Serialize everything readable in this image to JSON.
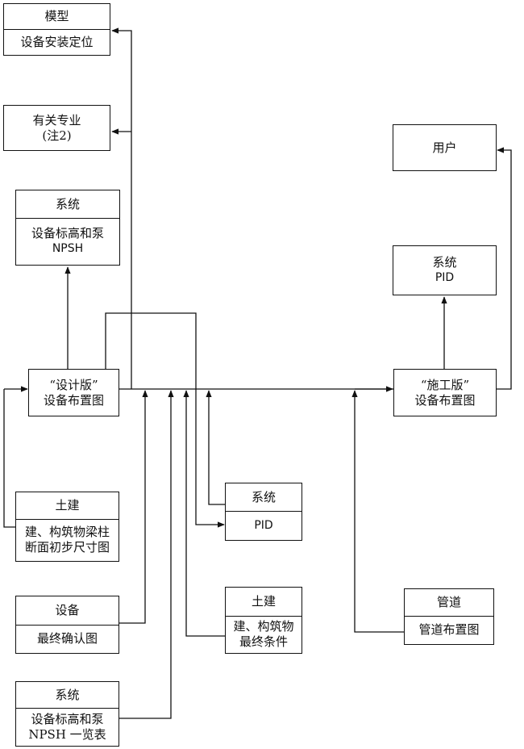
{
  "boxes": {
    "model": {
      "title": "模型",
      "line1": "设备安装定位"
    },
    "related": {
      "line1": "有关专业",
      "line2": "(注2)"
    },
    "sys_top": {
      "title": "系统",
      "line1": "设备标高和泵",
      "line2": "NPSH"
    },
    "design": {
      "line1": "“设计版”",
      "line2": "设备布置图"
    },
    "civil_a": {
      "title": "土建",
      "line1": "建、构筑物梁柱",
      "line2": "断面初步尺寸图"
    },
    "equip": {
      "title": "设备",
      "line1": "最终确认图"
    },
    "sys_bottom": {
      "title": "系统",
      "line1": "设备标高和泵",
      "line2": "NPSH 一览表"
    },
    "pid_mid": {
      "title": "系统",
      "line1": "PID"
    },
    "civil_b": {
      "title": "土建",
      "line1": "建、构筑物",
      "line2": "最终条件"
    },
    "user": {
      "line1": "用户"
    },
    "pid_right": {
      "line1": "系统",
      "line2": "PID"
    },
    "construction": {
      "line1": "“施工版”",
      "line2": "设备布置图"
    },
    "piping": {
      "title": "管道",
      "line1": "管道布置图"
    }
  }
}
